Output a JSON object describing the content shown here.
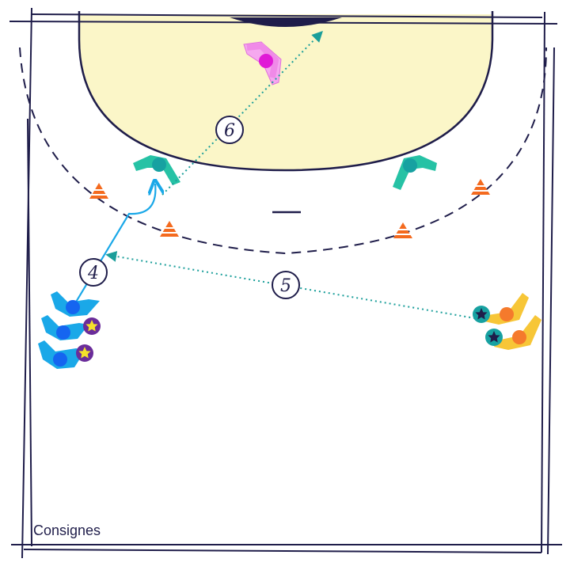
{
  "footer": {
    "label": "Consignes"
  },
  "steps": {
    "s4": "4",
    "s5": "5",
    "s6": "6"
  },
  "colors": {
    "line": "#1f1d4a",
    "goal_area": "#fbf6c8",
    "blue_player": "#1aa8e8",
    "blue_dot": "#1565f0",
    "orange_player": "#f7c637",
    "orange_dot": "#f57a2c",
    "teal_defender": "#26c2a5",
    "teal_dot": "#17a1a1",
    "pink_keeper": "#f08ae8",
    "pink_dot": "#e01ad6",
    "cone": "#f46a1e",
    "pass_arrow": "#1a9e9a",
    "run_arrow": "#1aa8e8",
    "star_yellow": "#f5e12a",
    "star_dark": "#1f1d4a",
    "star_disc": "#6a2c9a"
  },
  "icons": [
    "star-icon",
    "cone-icon",
    "player-icon"
  ]
}
